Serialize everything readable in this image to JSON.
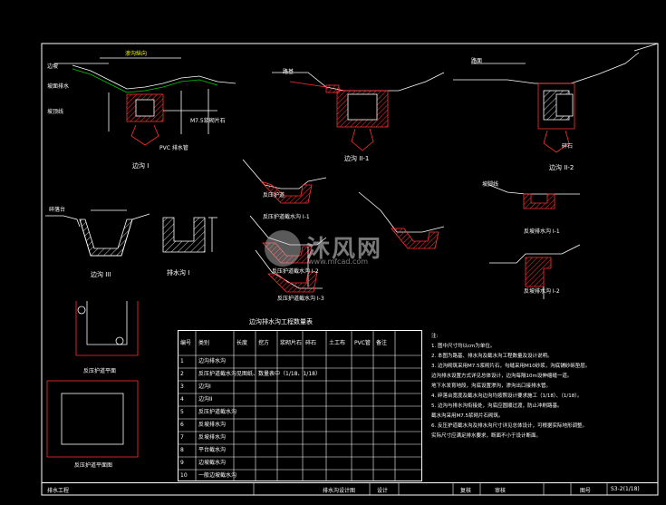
{
  "drawing": {
    "labels": {
      "top_left_1": "渗沟纵向",
      "top_left_2": "边坡",
      "top_left_3": "坡面排水",
      "top_left_4": "坡顶线",
      "ditch_i": "边沟 I",
      "ditch_ii_1": "边沟 II-1",
      "ditch_ii_2": "边沟 II-2",
      "ditch_iii": "边沟 III",
      "drain_ditch": "排水沟 I",
      "intercept_1": "反压护道截水沟 I-1",
      "intercept_2": "反压护道截水沟 I-2",
      "intercept_3": "反压护道截水沟 I-3",
      "pavement": "碎落台",
      "anti_wash": "反压护道",
      "anti_slide_1": "反坡排水沟 I-1",
      "anti_slide_2": "反坡排水沟 I-2",
      "slope_bottom": "坡脚线",
      "road_surface": "路面",
      "road_base": "路基",
      "pipe": "PVC 排水管",
      "gravel": "碎石",
      "mortar": "M7.5浆砌片石",
      "plan_1": "反压护道平面",
      "plan_2": "反压护道平面图"
    },
    "watermark": {
      "brand": "沐风网",
      "url": "www.mfcad.com"
    }
  },
  "table": {
    "title": "边沟排水沟工程数量表",
    "headers": [
      "编号",
      "类别",
      "长度",
      "挖方",
      "浆砌片石",
      "碎石",
      "土工布",
      "PVC管",
      "备注"
    ],
    "rows": [
      [
        "1",
        "边沟排水沟",
        "",
        "",
        "",
        "",
        "",
        "",
        ""
      ],
      [
        "2",
        "反压护道截水沟",
        "见图纸、数量表中（1/18、1/18）",
        "",
        "",
        "",
        "",
        "",
        ""
      ],
      [
        "3",
        "边沟I",
        "",
        "",
        "",
        "",
        "",
        "",
        ""
      ],
      [
        "4",
        "边沟II",
        "",
        "",
        "",
        "",
        "",
        "",
        ""
      ],
      [
        "5",
        "反压护道截水沟",
        "",
        "",
        "",
        "",
        "",
        "",
        ""
      ],
      [
        "6",
        "反坡排水沟",
        "",
        "",
        "",
        "",
        "",
        "",
        ""
      ],
      [
        "7",
        "反坡排水沟",
        "",
        "",
        "",
        "",
        "",
        "",
        ""
      ],
      [
        "8",
        "平台截水沟",
        "",
        "",
        "",
        "",
        "",
        "",
        ""
      ],
      [
        "9",
        "边坡截水沟",
        "",
        "",
        "",
        "",
        "",
        "",
        ""
      ],
      [
        "10",
        "一般边坡截水沟",
        "",
        "",
        "",
        "",
        "",
        "",
        ""
      ]
    ]
  },
  "notes": {
    "title": "注:",
    "lines": [
      "1. 图中尺寸均以cm为单位。",
      "2. 本图为路基、排水沟及截水沟工程数量及设计说明。",
      "3. 边沟砌筑采用M7.5浆砌片石，勾缝采用M10砂浆，沟底铺砂砾垫层。",
      "   边沟排水设置方式详见总体设计，边沟每隔10m设伸缩缝一道。",
      "   地下水发育地段，沟底设置渗沟，渗沟出口接排水管。",
      "4. 碎落台宽度及截水沟边沟均按照设计要求施工（1/18）、（1/18）。",
      "5. 边沟与排水沟衔接处，沟底应圆顺过渡，防止冲刷路基。",
      "   截水沟采用M7.5浆砌片石砌筑。",
      "6. 反压护道截水沟及排水沟尺寸详见总体设计，可根据实际地形调整。",
      "   实际尺寸应满足排水要求，断面不小于设计断面。"
    ]
  },
  "title_block": {
    "left": "排水工程",
    "center": "排水沟设计图",
    "design": "设计",
    "review": "复核",
    "approve": "审核",
    "drawing_no_label": "图号",
    "drawing_no": "S3-2(1/18)"
  }
}
